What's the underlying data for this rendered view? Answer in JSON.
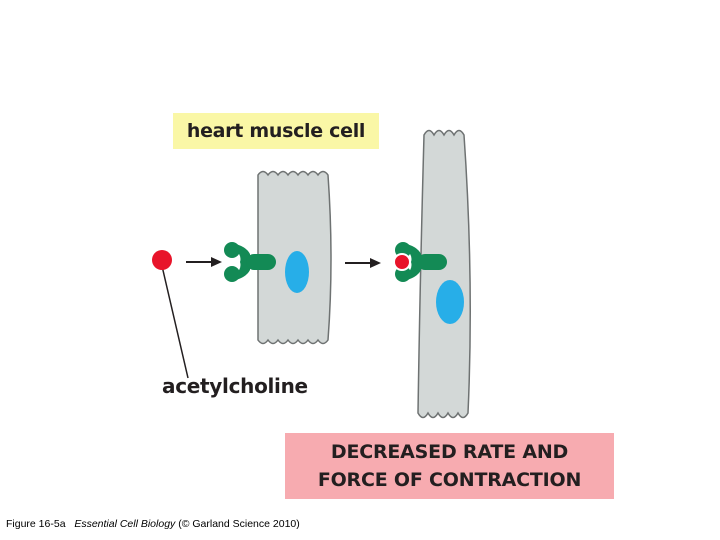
{
  "labels": {
    "cell": "heart muscle cell",
    "ligand": "acetylcholine",
    "outcome_line1": "DECREASED RATE AND",
    "outcome_line2": "FORCE OF CONTRACTION"
  },
  "caption": {
    "figure": "Figure 16-5a",
    "book": "Essential Cell Biology",
    "credit": "(© Garland Science 2010)"
  },
  "colors": {
    "cell_fill": "#d3d8d7",
    "cell_stroke": "#6e7272",
    "receptor": "#138a55",
    "nucleus": "#27aee8",
    "ligand": "#e8142a",
    "arrow": "#231f20",
    "title_bg": "#faf7a6",
    "outcome_bg": "#f7abb0"
  },
  "icons": [
    "acetylcholine-molecule-icon",
    "receptor-icon",
    "nucleus-icon",
    "arrow-right-icon"
  ]
}
